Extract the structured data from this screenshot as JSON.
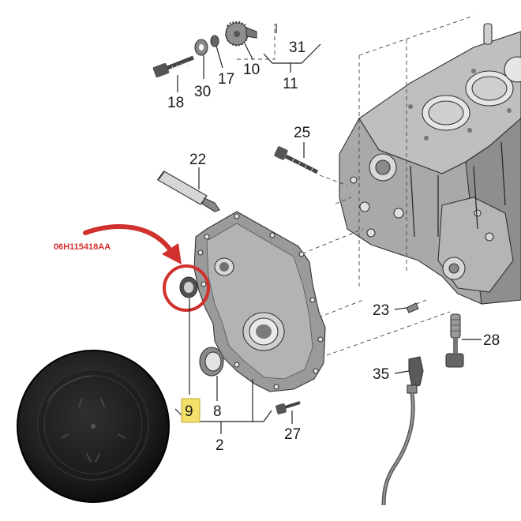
{
  "part_code": "06H115418AA",
  "callouts": {
    "c2": "2",
    "c8": "8",
    "c9": "9",
    "c10": "10",
    "c11": "11",
    "c17": "17",
    "c18": "18",
    "c22": "22",
    "c23": "23",
    "c25": "25",
    "c27": "27",
    "c28": "28",
    "c30": "30",
    "c31": "31",
    "c35": "35"
  },
  "colors": {
    "highlight_box": "#f3e06a",
    "highlight_circle": "#d0312d",
    "arrow": "#d0312d"
  }
}
